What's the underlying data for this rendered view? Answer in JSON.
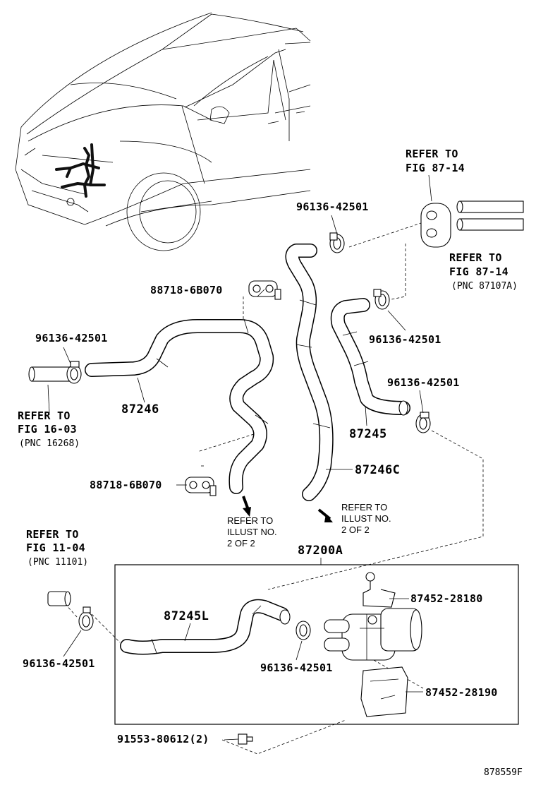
{
  "figure_code": "878559F",
  "labels": {
    "refer_87_14_top_a": "REFER TO",
    "refer_87_14_top_b": "FIG 87-14",
    "refer_87_14_mid_a": "REFER TO",
    "refer_87_14_mid_b": "FIG 87-14",
    "refer_87_14_mid_c": "(PNC 87107A)",
    "clamp_top": "96136-42501",
    "clamp_left": "96136-42501",
    "clamp_right_a": "96136-42501",
    "clamp_right_b": "96136-42501",
    "clamp_box_left": "96136-42501",
    "clamp_box_mid": "96136-42501",
    "holder_top": "88718-6B070",
    "holder_bottom": "88718-6B070",
    "hose_87246": "87246",
    "hose_87245": "87245",
    "hose_87246c": "87246C",
    "hose_87245l": "87245L",
    "pump_assy": "87200A",
    "bracket_a": "87452-28180",
    "bracket_b": "87452-28190",
    "bolt": "91553-80612(2)",
    "refer_16_03_a": "REFER TO",
    "refer_16_03_b": "FIG 16-03",
    "refer_16_03_c": "(PNC 16268)",
    "refer_11_04_a": "REFER TO",
    "refer_11_04_b": "FIG 11-04",
    "refer_11_04_c": "(PNC 11101)",
    "illust_left_a": "REFER TO",
    "illust_left_b": "ILLUST NO.",
    "illust_left_c": "2 OF 2",
    "illust_right_a": "REFER TO",
    "illust_right_b": "ILLUST NO.",
    "illust_right_c": "2 OF 2"
  }
}
